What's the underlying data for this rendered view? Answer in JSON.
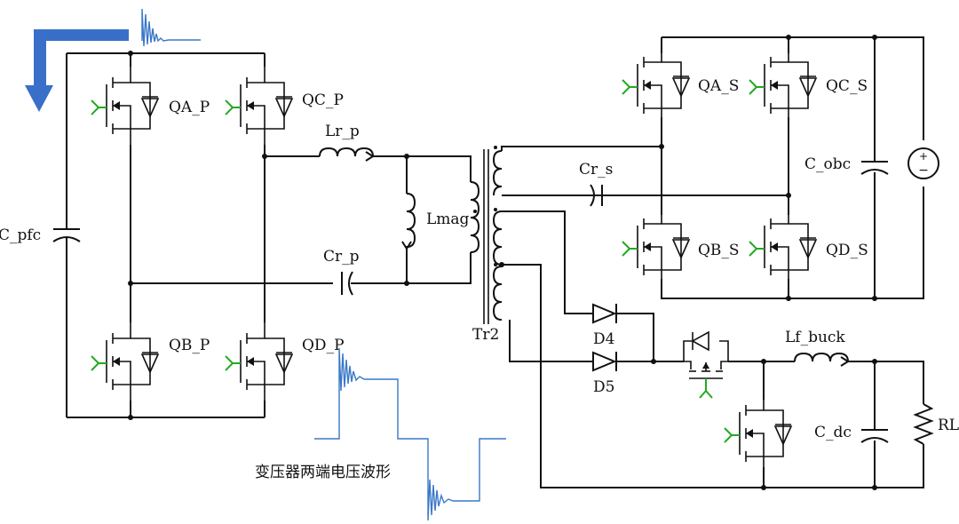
{
  "labels": {
    "qa_p": "QA_P",
    "qc_p": "QC_P",
    "qb_p": "QB_P",
    "qd_p": "QD_P",
    "c_pfc": "C_pfc",
    "lr_p": "Lr_p",
    "lmag": "Lmag",
    "cr_p": "Cr_p",
    "tr2": "Tr2",
    "cr_s": "Cr_s",
    "qa_s": "QA_S",
    "qc_s": "QC_S",
    "qb_s": "QB_S",
    "qd_s": "QD_S",
    "c_obc": "C_obc",
    "d4": "D4",
    "d5": "D5",
    "lf_buck": "Lf_buck",
    "c_dc": "C_dc",
    "rl": "RL"
  },
  "caption": "变压器两端电压波形",
  "colors": {
    "wire": "#111111",
    "gate": "#22aa22",
    "waveform": "#3a78c8",
    "arrow": "#3a6fc9"
  }
}
